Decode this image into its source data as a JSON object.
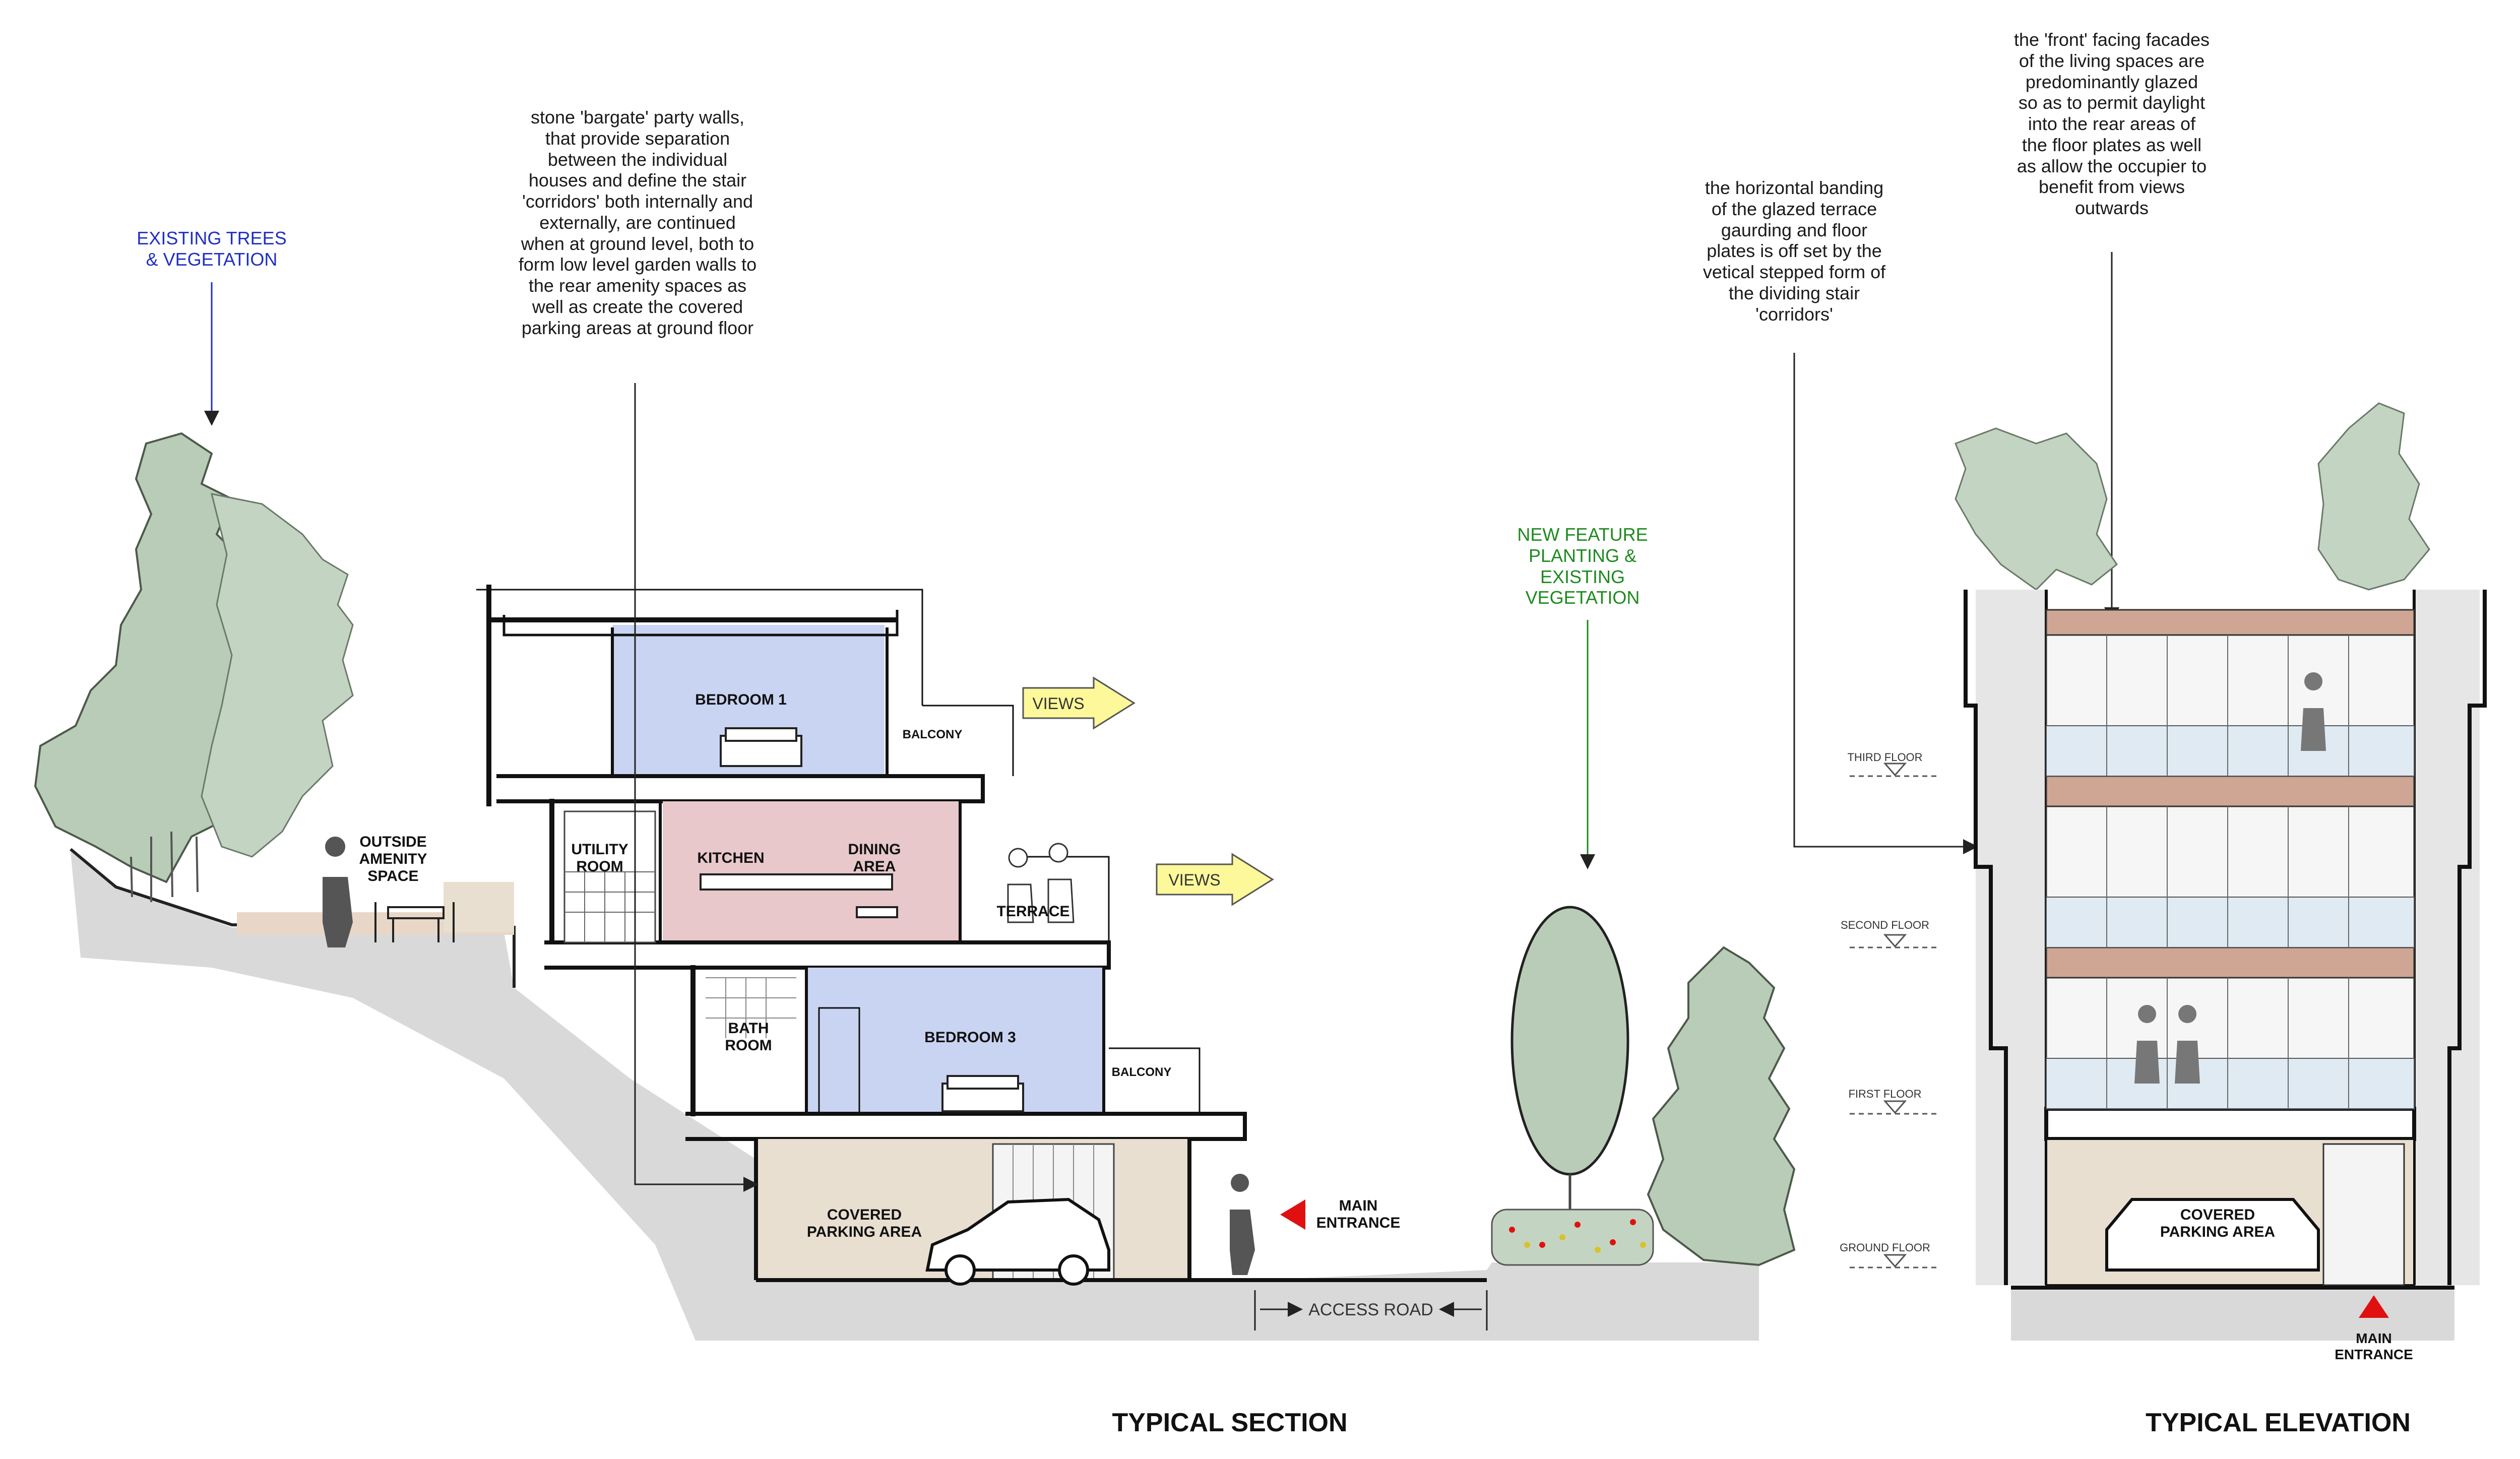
{
  "notes": {
    "existing_trees": "EXISTING TREES\n& VEGETATION",
    "party_walls": "stone 'bargate' party walls,\nthat provide separation\nbetween the individual\nhouses and define the stair\n'corridors' both internally and\nexternally, are continued\nwhen at ground level, both to\nform low level garden walls to\nthe rear amenity spaces as\nwell as create the covered\nparking areas at ground floor",
    "new_planting": "NEW FEATURE\nPLANTING &\nEXISTING\nVEGETATION",
    "horizontal_banding": "the horizontal banding\nof the glazed terrace\ngaurding and floor\nplates is off set by the\nvetical stepped form of\nthe dividing stair\n'corridors'",
    "front_facades": "the 'front' facing facades\nof the living spaces are\npredominantly glazed\nso as to permit daylight\ninto the rear areas of\nthe floor plates as well\nas allow the occupier to\nbenefit from views\noutwards"
  },
  "section_labels": {
    "outside_amenity": [
      "OUTSIDE",
      "AMENITY",
      "SPACE"
    ],
    "utility_room": [
      "UTILITY",
      "ROOM"
    ],
    "bedroom_1": "BEDROOM 1",
    "balcony_upper": "BALCONY",
    "kitchen": "KITCHEN",
    "dining_area": [
      "DINING",
      "AREA"
    ],
    "terrace": "TERRACE",
    "bath_room": [
      "BATH",
      "ROOM"
    ],
    "bedroom_3": "BEDROOM 3",
    "balcony_lower": "BALCONY",
    "covered_parking": [
      "COVERED",
      "PARKING AREA"
    ],
    "main_entrance": [
      "MAIN",
      "ENTRANCE"
    ],
    "access_road": "ACCESS ROAD",
    "views_1": "VIEWS",
    "views_2": "VIEWS"
  },
  "elevation_labels": {
    "third_floor": "THIRD FLOOR",
    "second_floor": "SECOND FLOOR",
    "first_floor": "FIRST FLOOR",
    "ground_floor": "GROUND FLOOR",
    "covered_parking": [
      "COVERED",
      "PARKING AREA"
    ],
    "main_entrance": [
      "MAIN",
      "ENTRANCE"
    ]
  },
  "titles": {
    "section": "TYPICAL SECTION",
    "elevation": "TYPICAL ELEVATION"
  },
  "colors": {
    "ground": "#d9d9d9",
    "bedroom": "#c9d4f2",
    "kitchen": "#e8c8cb",
    "tree": "#b9ccb7",
    "tree_dark": "#9fb49d",
    "timber": "#cfa693",
    "stone": "#e8dfd0",
    "glass": "#dfeaf2",
    "views_arrow": "#fdf89a",
    "note_blue": "#1f2fc4",
    "note_green": "#1e8a1e",
    "entrance_red": "#e01010"
  }
}
